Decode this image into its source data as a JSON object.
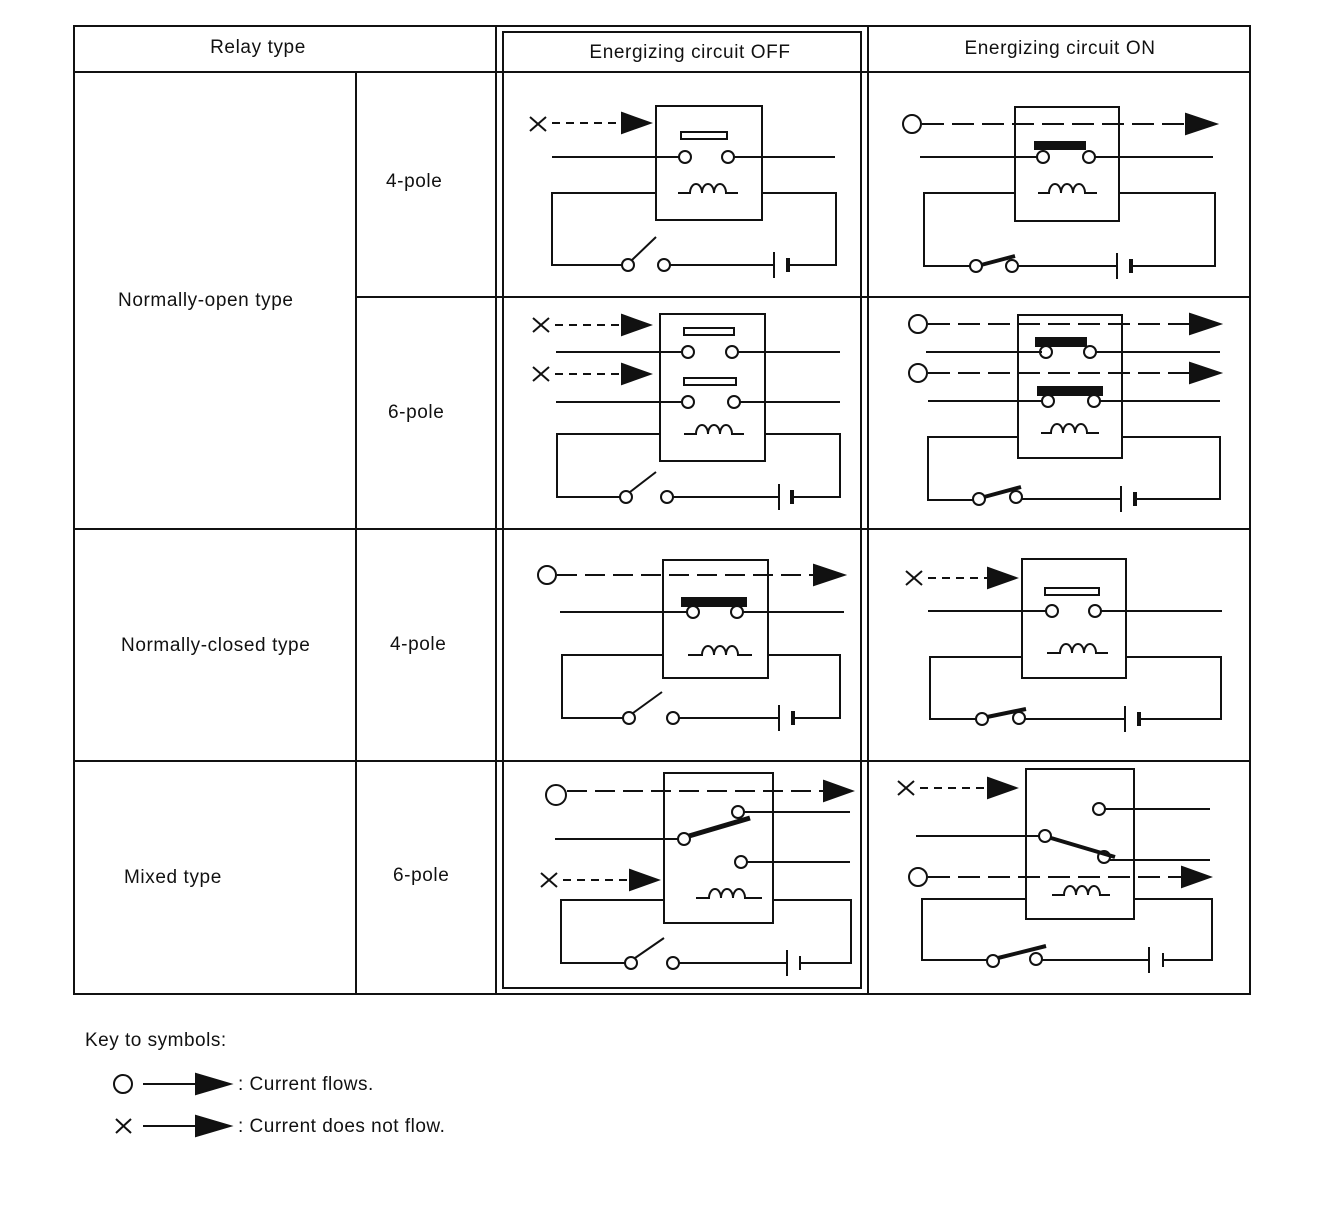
{
  "table": {
    "headers": {
      "relay_type": "Relay type",
      "off": "Energizing circuit OFF",
      "on": "Energizing circuit ON"
    },
    "rows": [
      {
        "type": "Normally-open type",
        "poles": "4-pole"
      },
      {
        "type": "",
        "poles": "6-pole"
      },
      {
        "type": "Normally-closed type",
        "poles": "4-pole"
      },
      {
        "type": "Mixed type",
        "poles": "6-pole"
      }
    ]
  },
  "key": {
    "title": "Key to symbols:",
    "flows": ": Current flows.",
    "no_flow": ": Current does not flow."
  }
}
